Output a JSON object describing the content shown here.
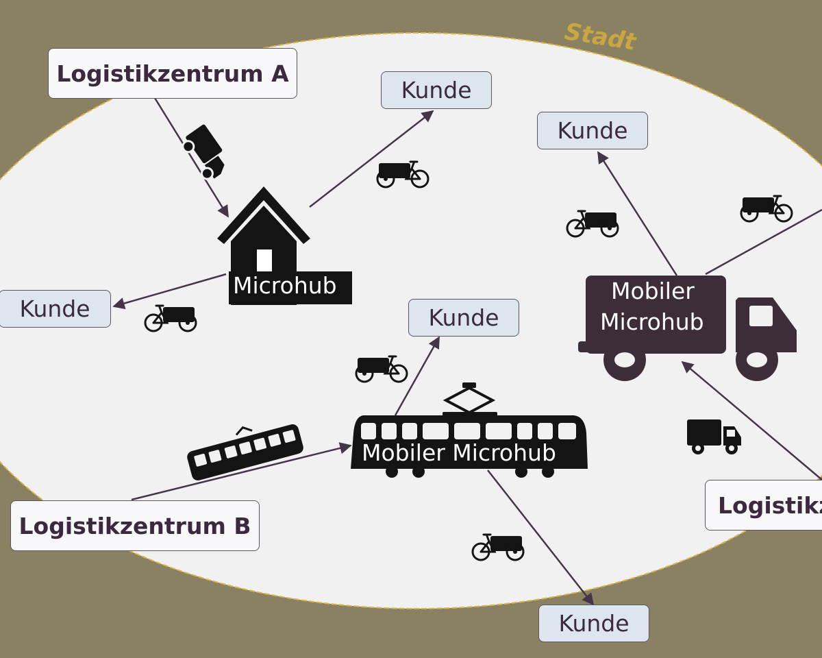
{
  "city_label": "Stadt",
  "logistics_centers": {
    "a": "Logistikzentrum A",
    "b": "Logistikzentrum B",
    "c": "Logistikz"
  },
  "customer_label": "Kunde",
  "hubs": {
    "microhub": "Microhub",
    "mobile_truck_line1": "Mobiler",
    "mobile_truck_line2": "Microhub",
    "mobile_tram": "Mobiler Microhub"
  },
  "colors": {
    "background": "#8a8163",
    "city": "#f1f1f2",
    "city_border": "#d9b54a",
    "arrow": "#453548",
    "icon": "#141414",
    "truck_icon": "#3d2d38",
    "customer_box": "#dde6ec"
  },
  "icons": [
    "delivery-truck-icon",
    "cargo-bike-icon",
    "house-icon",
    "tram-icon",
    "box-truck-icon"
  ]
}
